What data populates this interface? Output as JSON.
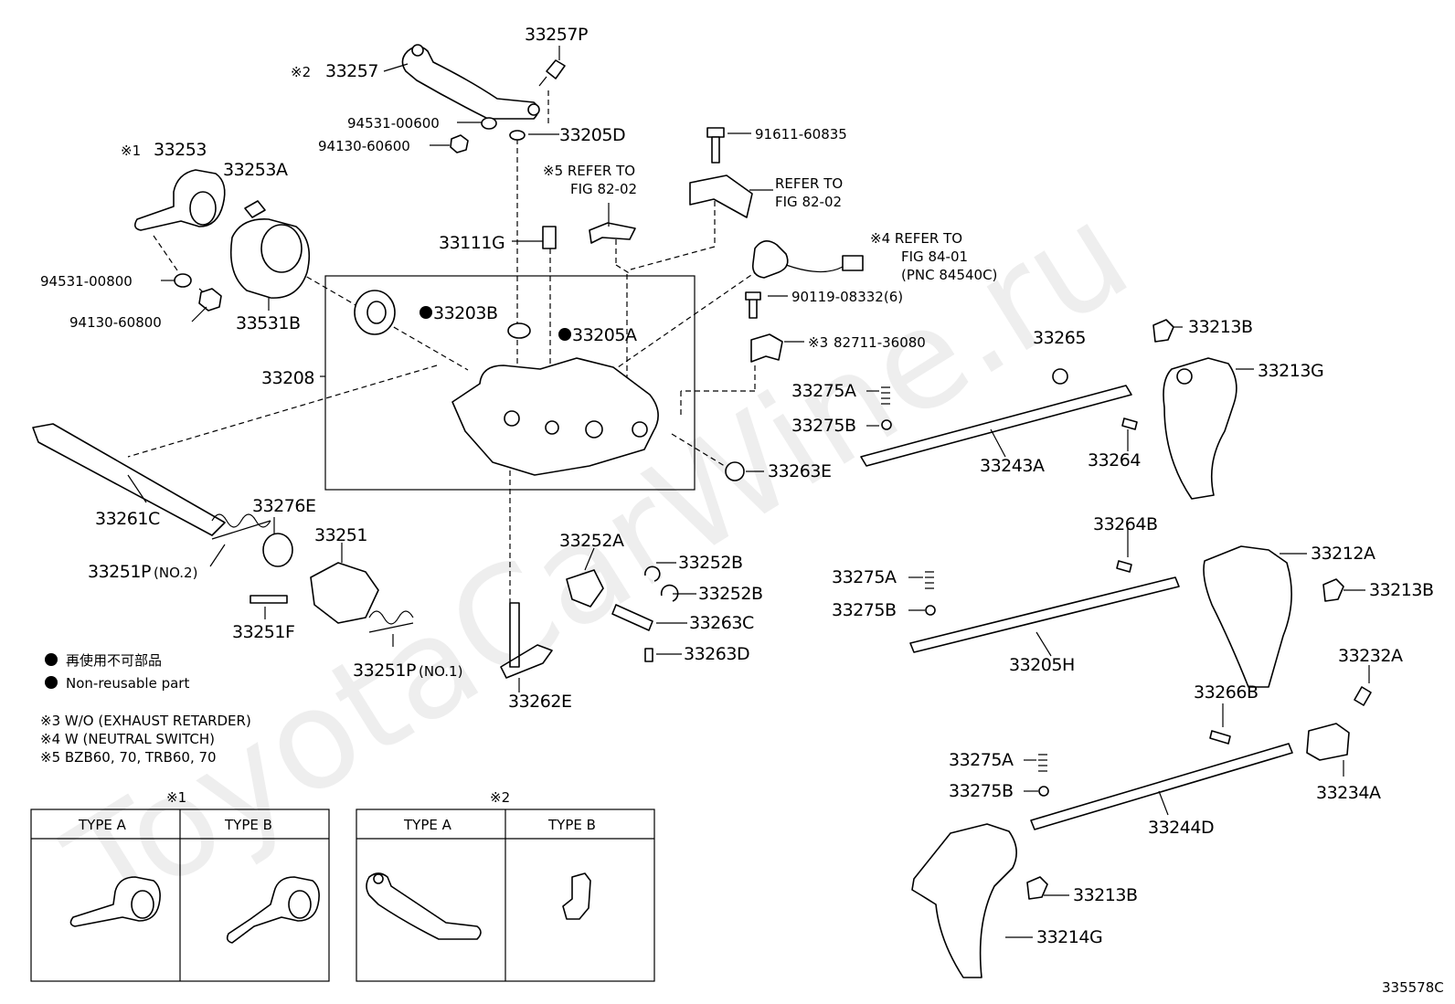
{
  "watermark": "ToyotaCarWine.ru",
  "figure_code": "335578C",
  "parts": {
    "p33257P": "33257P",
    "p33257": "33257",
    "p33257_mark": "※2",
    "p94531_00600": "94531-00600",
    "p94130_60600": "94130-60600",
    "p33205D": "33205D",
    "p91611_60835": "91611-60835",
    "p33253": "33253",
    "p33253_mark": "※1",
    "p33253A": "33253A",
    "refer5_line1": "※5 REFER TO",
    "refer5_line2": "FIG 82-02",
    "refer_line1": "REFER TO",
    "refer_line2": "FIG 82-02",
    "p33111G": "33111G",
    "refer4_line1": "※4 REFER TO",
    "refer4_line2": "FIG 84-01",
    "refer4_line3": "(PNC 84540C)",
    "p94531_00800": "94531-00800",
    "p94130_60800": "94130-60800",
    "p33531B": "33531B",
    "p33203B": "33203B",
    "p33205A": "33205A",
    "p90119_08332": "90119-08332(6)",
    "p82711_36080": "82711-36080",
    "p82711_mark": "※3",
    "p33265": "33265",
    "p33213B_a": "33213B",
    "p33213G": "33213G",
    "p33208": "33208",
    "p33275A_a": "33275A",
    "p33275B_a": "33275B",
    "p33263E": "33263E",
    "p33243A": "33243A",
    "p33264": "33264",
    "p33261C": "33261C",
    "p33276E": "33276E",
    "p33251": "33251",
    "p33251P2": "33251P",
    "p33251P2_suffix": "(NO.2)",
    "p33252A": "33252A",
    "p33252B_a": "33252B",
    "p33252B_b": "33252B",
    "p33263C": "33263C",
    "p33263D": "33263D",
    "p33264B": "33264B",
    "p33212A": "33212A",
    "p33213B_b": "33213B",
    "p33275A_b": "33275A",
    "p33275B_b": "33275B",
    "p33205H": "33205H",
    "p33251F": "33251F",
    "p33251P1": "33251P",
    "p33251P1_suffix": "(NO.1)",
    "p33262E": "33262E",
    "p33232A": "33232A",
    "p33266B": "33266B",
    "p33234A": "33234A",
    "p33275A_c": "33275A",
    "p33275B_c": "33275B",
    "p33244D": "33244D",
    "p33213B_c": "33213B",
    "p33214G": "33214G"
  },
  "legend": {
    "jp": "再使用不可部品",
    "en": "Non-reusable part"
  },
  "notes": {
    "n3": "※3 W/O (EXHAUST RETARDER)",
    "n4": "※4 W (NEUTRAL SWITCH)",
    "n5": "※5 BZB60, 70, TRB60, 70"
  },
  "table1": {
    "mark": "※1",
    "col_a": "TYPE A",
    "col_b": "TYPE B"
  },
  "table2": {
    "mark": "※2",
    "col_a": "TYPE A",
    "col_b": "TYPE B"
  }
}
